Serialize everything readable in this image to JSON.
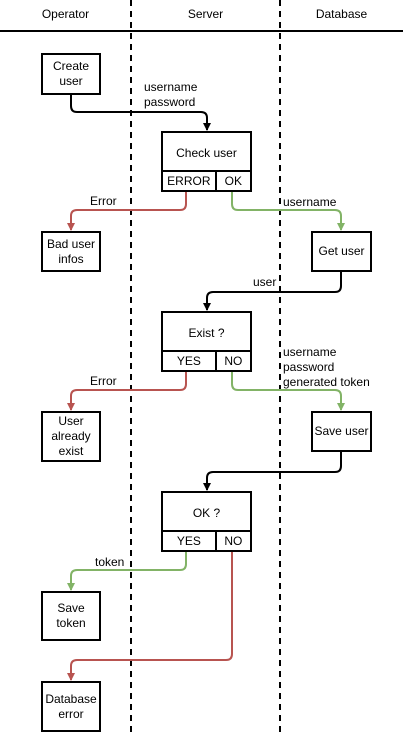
{
  "columns": {
    "operator": "Operator",
    "server": "Server",
    "database": "Database"
  },
  "nodes": {
    "create_user": "Create\nuser",
    "bad_user": "Bad user\ninfos",
    "get_user": "Get user",
    "user_exists": "User\nalready\nexist",
    "save_user": "Save user",
    "save_token": "Save\ntoken",
    "db_error": "Database\nerror"
  },
  "decisions": {
    "check_user": {
      "question": "Check user",
      "left": "ERROR",
      "right": "OK"
    },
    "exist": {
      "question": "Exist ?",
      "left": "YES",
      "right": "NO"
    },
    "ok": {
      "question": "OK ?",
      "left": "YES",
      "right": "NO"
    }
  },
  "edge_labels": {
    "username_password": "username\npassword",
    "error_1": "Error",
    "username": "username",
    "user": "user",
    "error_2": "Error",
    "username_password_token": "username\npassword\ngenerated token",
    "token": "token"
  },
  "colors": {
    "line": "#000000",
    "error": "#b85450",
    "ok": "#82b366"
  }
}
